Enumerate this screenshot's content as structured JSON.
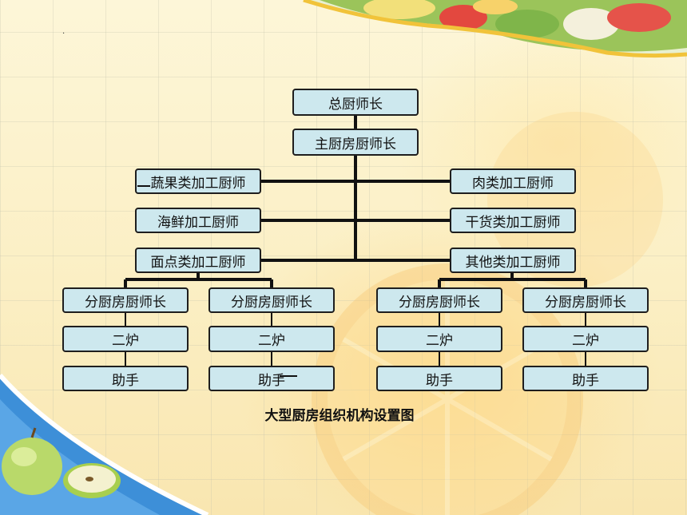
{
  "diagram": {
    "root": "总厨师长",
    "main": "主厨房厨师长",
    "left": [
      "蔬果类加工厨师",
      "海鲜加工厨师",
      "面点类加工厨师"
    ],
    "right": [
      "肉类加工厨师",
      "干货类加工厨师",
      "其他类加工厨师"
    ],
    "sub_groups": [
      {
        "head": "分厨房厨师长",
        "stove": "二炉",
        "assistant": "助手"
      },
      {
        "head": "分厨房厨师长",
        "stove": "二炉",
        "assistant": "助手"
      },
      {
        "head": "分厨房厨师长",
        "stove": "二炉",
        "assistant": "助手"
      },
      {
        "head": "分厨房厨师长",
        "stove": "二炉",
        "assistant": "助手"
      }
    ],
    "caption": "大型厨房组织机构设置图"
  },
  "theme": {
    "box_fill": "#cde8ee",
    "box_border": "#1e1e1e",
    "line": "#111111"
  }
}
